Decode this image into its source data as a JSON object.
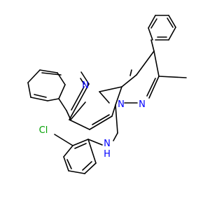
{
  "molecule": {
    "atom_labels": {
      "n_imine": "N",
      "n_pyrazole": "N",
      "n_bridge": "N",
      "n_amine": "N",
      "h_amine": "H",
      "chlorine": "Cl"
    },
    "colors": {
      "bond": "#000000",
      "nitrogen": "#0000ff",
      "chlorine": "#00a000",
      "background": "#ffffff"
    }
  }
}
